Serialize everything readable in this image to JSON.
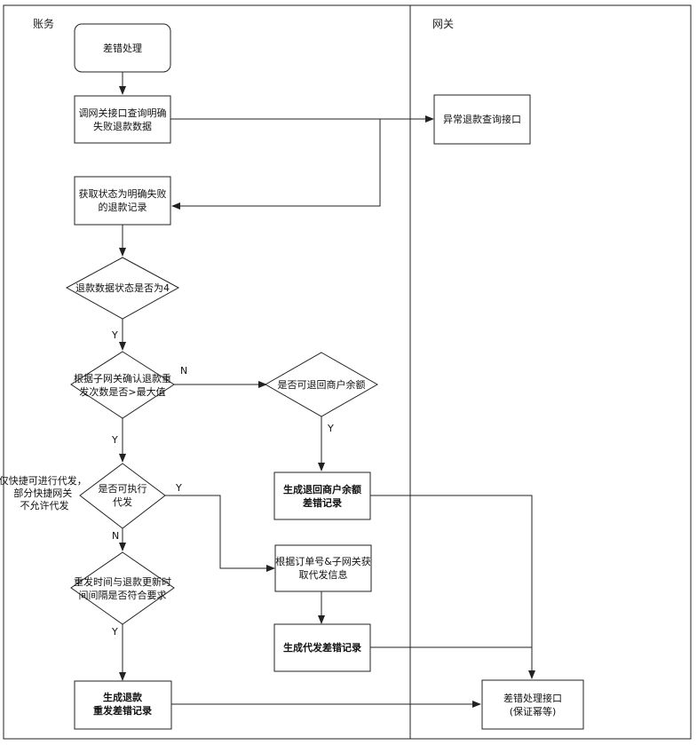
{
  "lanes": {
    "left": "账务",
    "right": "网关"
  },
  "nodes": {
    "start": [
      "差错处理"
    ],
    "query_gateway": [
      "调网关接口查询明确",
      "失败退款数据"
    ],
    "abnormal_query_api": [
      "异常退款查询接口"
    ],
    "get_failed_records": [
      "获取状态为明确失败",
      "的退款记录"
    ],
    "status_is_4": [
      "退款数据状态是否为4"
    ],
    "retry_exceeds": [
      "根据子网关确认退款重",
      "发次数是否>最大值"
    ],
    "can_refund_merchant": [
      "是否可退回商户余额"
    ],
    "gen_merchant_refund": [
      "生成退回商户余额",
      "差错记录"
    ],
    "can_proxy": [
      "是否可执行",
      "代发"
    ],
    "fetch_proxy_info": [
      "根据订单号&子网关获",
      "取代发信息"
    ],
    "interval_ok": [
      "重发时间与退款更新时",
      "间间隔是否符合要求"
    ],
    "gen_proxy_record": [
      "生成代发差错记录"
    ],
    "gen_resend_record": [
      "生成退款",
      "重发差错记录"
    ],
    "error_api": [
      "差错处理接口",
      "(保证幂等)"
    ]
  },
  "edge_labels": {
    "y1": "Y",
    "n1": "N",
    "y2": "Y",
    "y3": "Y",
    "y4": "Y",
    "n4": "N",
    "y5": "Y"
  },
  "notes": {
    "proxy_note": [
      "仅快捷可进行代发，",
      "部分快捷网关",
      "不允许代发"
    ]
  }
}
